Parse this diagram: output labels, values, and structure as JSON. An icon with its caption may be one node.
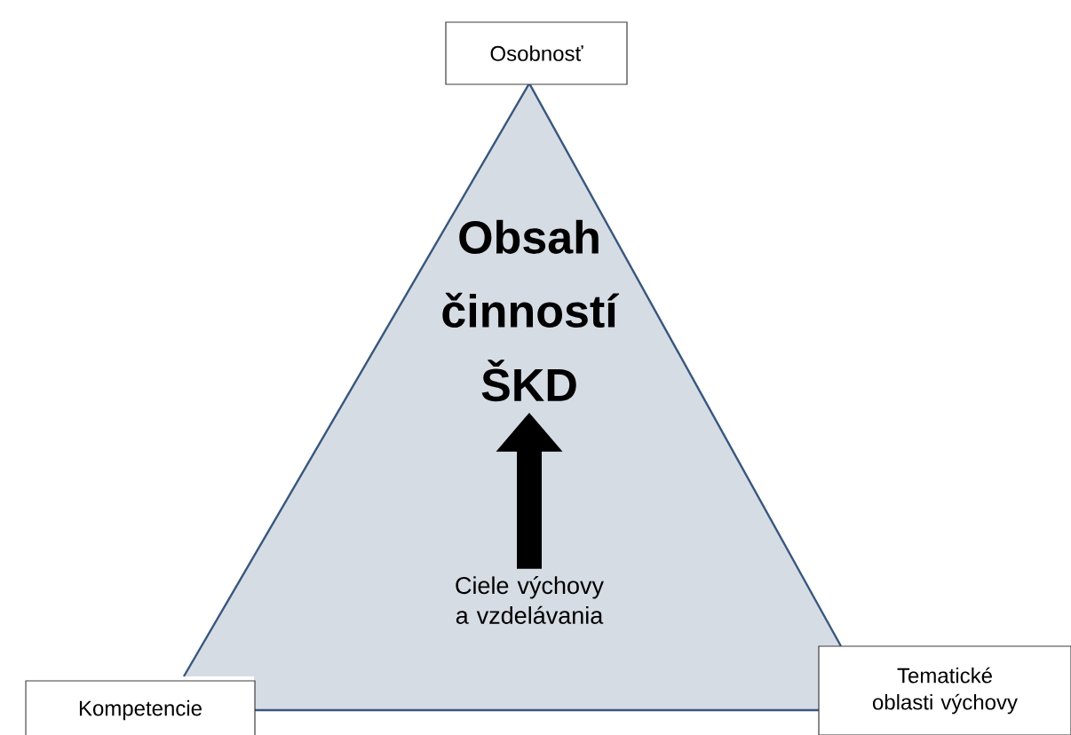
{
  "diagram": {
    "nodes": [
      {
        "text": [],
        "shape": "triangle"
      },
      {
        "text": [
          "Osobnosť"
        ]
      },
      {
        "text": [
          "Obsah činností ŠKD"
        ],
        "in": 0
      },
      {
        "text": [
          "Ciele výchovy a vzdelávania"
        ],
        "in": 0
      },
      {
        "text": [
          "Kompetencie"
        ]
      },
      {
        "text": [
          "Tematické oblasti výchovy"
        ]
      }
    ],
    "edges": [
      {
        "from": 3,
        "to": 2,
        "arrow": "to"
      }
    ]
  }
}
